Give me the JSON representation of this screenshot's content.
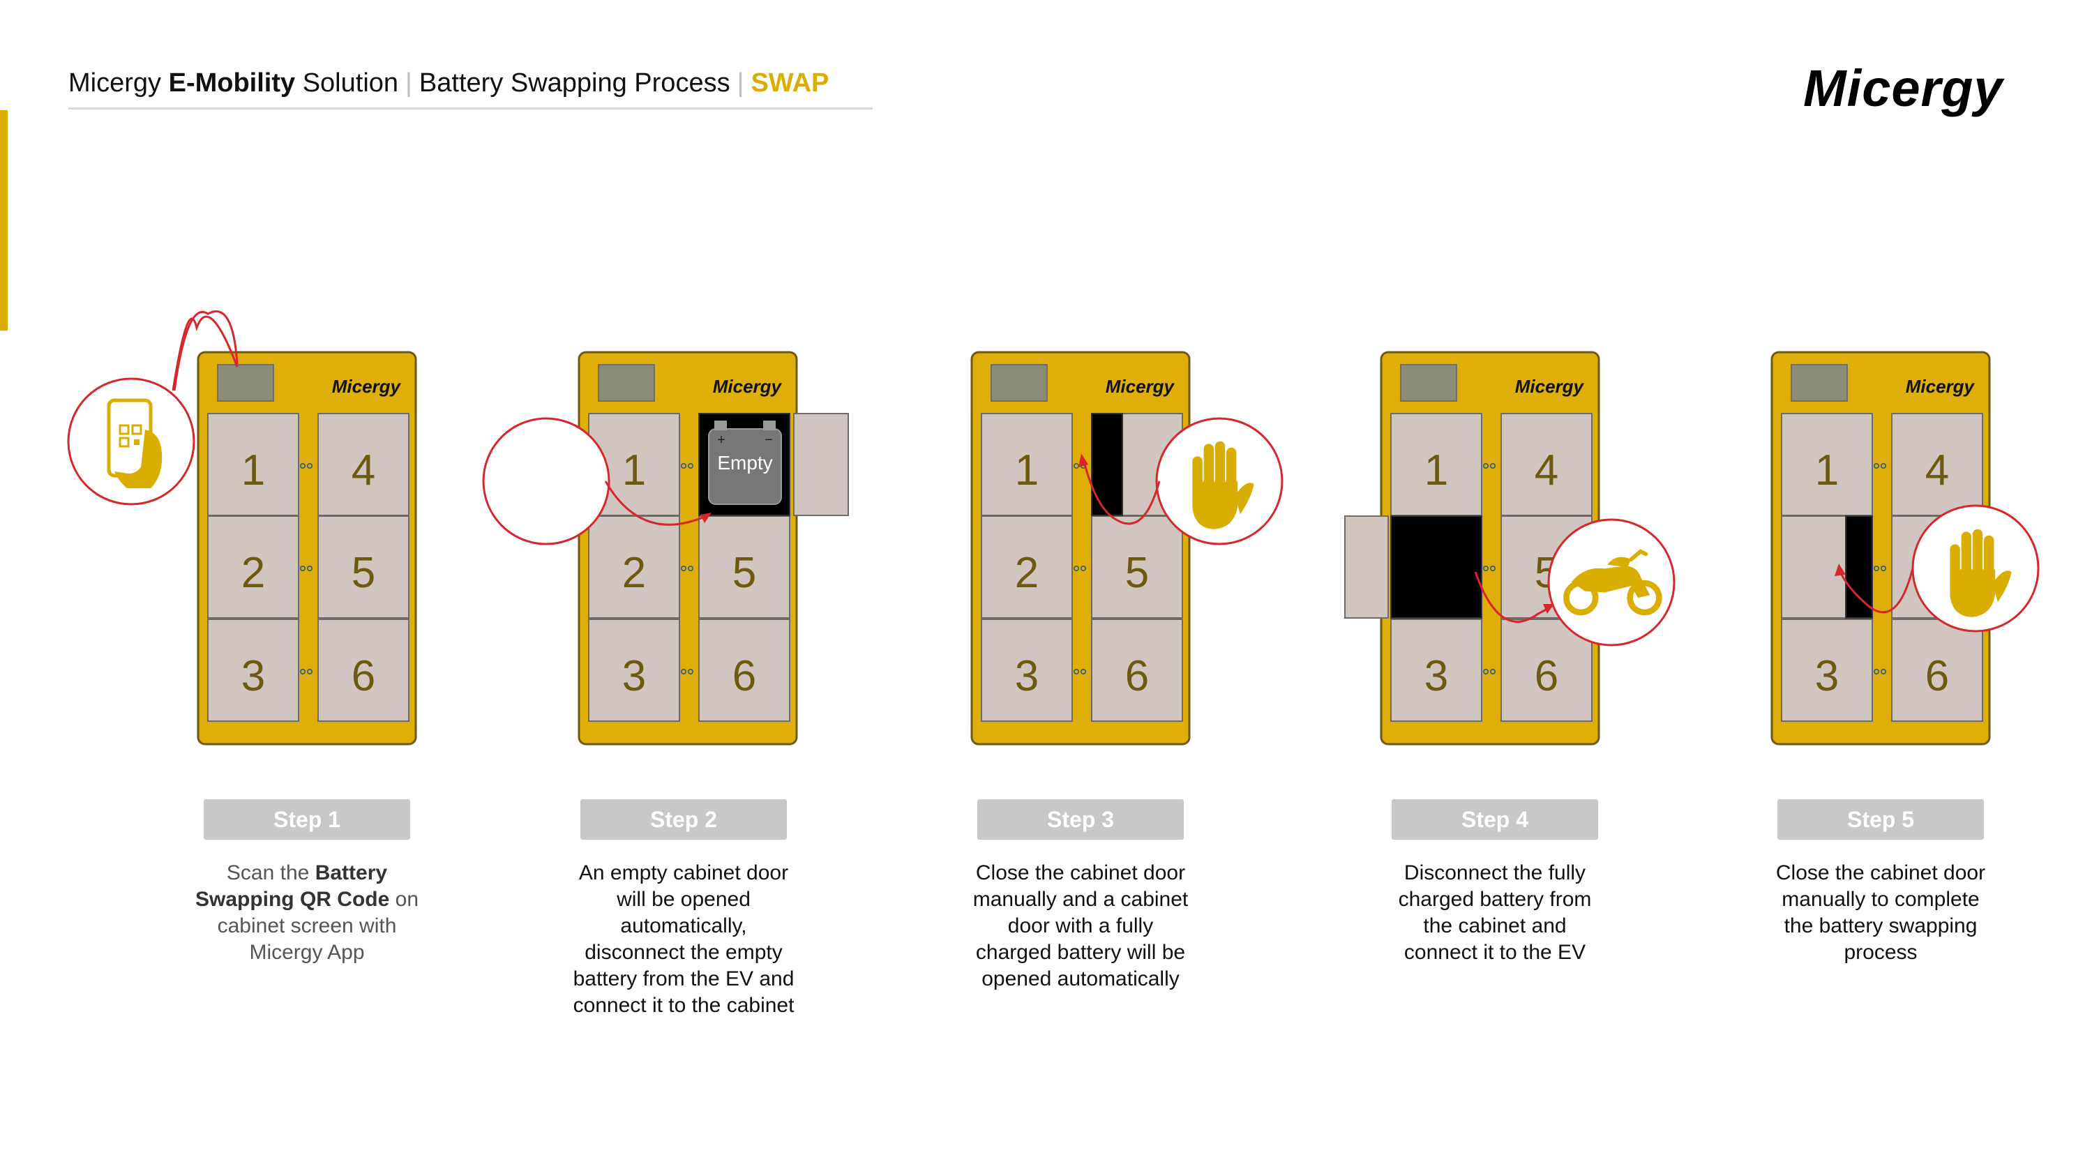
{
  "header": {
    "brand": "Micergy",
    "bold": "E-Mobility",
    "rest": "Solution",
    "separator": "|",
    "process": "Battery Swapping Process",
    "tag": "SWAP"
  },
  "logo": "Micergy",
  "cabinet_brand": "Micergy",
  "empty_label": "Empty",
  "battery_plus": "+",
  "battery_minus": "−",
  "colors": {
    "accent": "#d9ae00",
    "cabinet": "#dfae08",
    "slot": "#d0c6bf",
    "screen": "#8a8b78",
    "circle": "#d7262c",
    "arrow": "#d7262c",
    "number": "#6b5a10"
  },
  "cabinets": [
    {
      "slot_labels": [
        "1",
        "2",
        "3",
        "4",
        "5",
        "6"
      ],
      "icon": "phone-qr-icon",
      "state": "scan"
    },
    {
      "slot_labels": [
        "1",
        "2",
        "3",
        "",
        "5",
        "6"
      ],
      "icon": "empty-circle",
      "state": "slot-4-open-empty-battery"
    },
    {
      "slot_labels": [
        "1",
        "2",
        "3",
        "",
        "5",
        "6"
      ],
      "icon": "hand-icon",
      "state": "slot-4-closed"
    },
    {
      "slot_labels": [
        "1",
        "",
        "3",
        "4",
        "5",
        "6"
      ],
      "icon": "motorcycle-icon",
      "state": "slot-2-open-charged"
    },
    {
      "slot_labels": [
        "1",
        "",
        "3",
        "4",
        "",
        "6"
      ],
      "icon": "hand-icon",
      "state": "slot-2-closing"
    }
  ],
  "steps": [
    {
      "label": "Step 1",
      "lines": [
        [
          "Scan the ",
          "Battery"
        ],
        [
          "Swapping QR Code",
          " on"
        ],
        [
          "cabinet screen with"
        ],
        [
          "Micergy App"
        ]
      ]
    },
    {
      "label": "Step 2",
      "lines": [
        [
          "An empty cabinet door"
        ],
        [
          "will be opened"
        ],
        [
          "automatically,"
        ],
        [
          "disconnect the empty"
        ],
        [
          "battery from the EV and"
        ],
        [
          "connect it to the cabinet"
        ]
      ]
    },
    {
      "label": "Step 3",
      "lines": [
        [
          "Close the cabinet door"
        ],
        [
          "manually and a cabinet"
        ],
        [
          "door with a fully"
        ],
        [
          "charged battery will be"
        ],
        [
          "opened automatically"
        ]
      ]
    },
    {
      "label": "Step 4",
      "lines": [
        [
          "Disconnect the fully"
        ],
        [
          "charged battery from"
        ],
        [
          "the cabinet  and"
        ],
        [
          "connect it to the EV"
        ]
      ]
    },
    {
      "label": "Step 5",
      "lines": [
        [
          "Close the cabinet door"
        ],
        [
          "manually to complete"
        ],
        [
          "the battery swapping"
        ],
        [
          "process"
        ]
      ]
    }
  ]
}
